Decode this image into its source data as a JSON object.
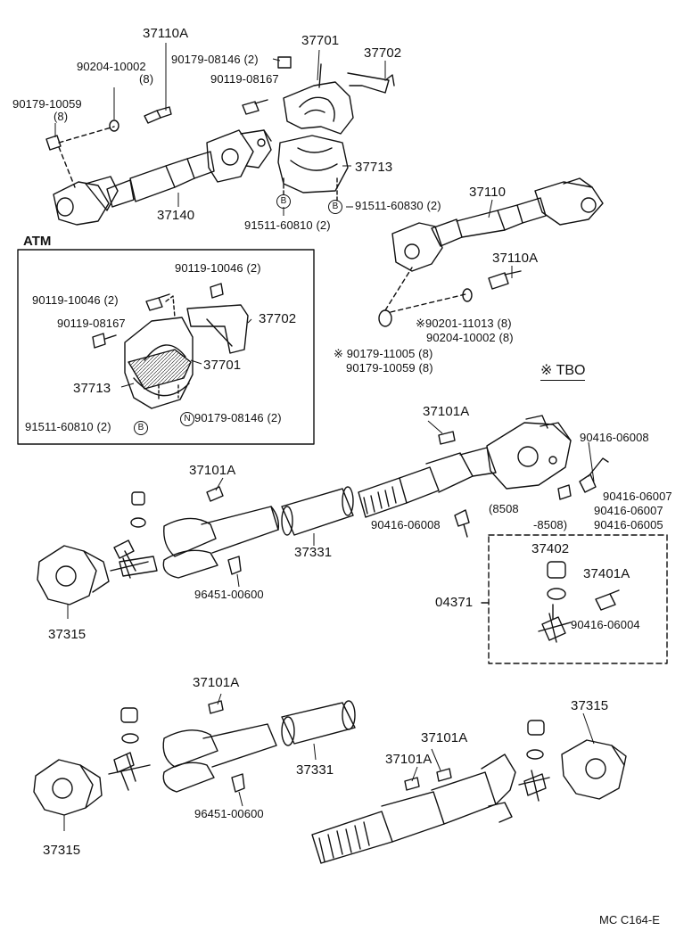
{
  "diagram_code": "MC  C164-E",
  "atm_label": "ATM",
  "tbo_label": "※ TBO",
  "labels": {
    "p37110A_a": "37110A",
    "p90204_a": "90204-10002",
    "p90204_a_qty": "(8)",
    "p90179_10059_a": "90179-10059",
    "p90179_10059_a_qty": "(8)",
    "p90179_08146_a": "90179-08146 (2)",
    "p90119_08167_a": "90119-08167",
    "p37701_a": "37701",
    "p37702_a": "37702",
    "p37713_a": "37713",
    "p37140": "37140",
    "p91511_60830": "91511-60830 (2)",
    "p91511_60810_a": "91511-60810 (2)",
    "p37110": "37110",
    "p37110A_b": "37110A",
    "p90201": "※90201-11013 (8)",
    "p90204_b": "90204-10002 (8)",
    "p90179_11005": "※ 90179-11005 (8)",
    "p90179_10059_b": "90179-10059 (8)",
    "p90119_10046_a": "90119-10046 (2)",
    "p90119_10046_b": "90119-10046 (2)",
    "p90119_08167_b": "90119-08167",
    "p37702_b": "37702",
    "p37701_b": "37701",
    "p37713_b": "37713",
    "p91511_60810_b": "91511-60810 (2)",
    "p90179_08146_b": "90179-08146 (2)",
    "p37101A_a": "37101A",
    "p90416_06008_a": "90416-06008",
    "p90416_06007_a": "90416-06007",
    "p90416_06007_b": "90416-06007",
    "p90416_06005": "90416-06005",
    "p8508_a": "(8508",
    "p8508_b": "-8508)",
    "p90416_06008_b": "90416-06008",
    "p37101A_b": "37101A",
    "p37331_a": "37331",
    "p96451_a": "96451-00600",
    "p37315_a": "37315",
    "p37402": "37402",
    "p37401A": "37401A",
    "p04371": "04371",
    "p90416_06004": "90416-06004",
    "p37101A_c": "37101A",
    "p37331_b": "37331",
    "p96451_b": "96451-00600",
    "p37315_b": "37315",
    "p37101A_d": "37101A",
    "p37101A_e": "37101A",
    "p37315_c": "37315"
  },
  "markers": {
    "b": "B",
    "n": "N"
  }
}
